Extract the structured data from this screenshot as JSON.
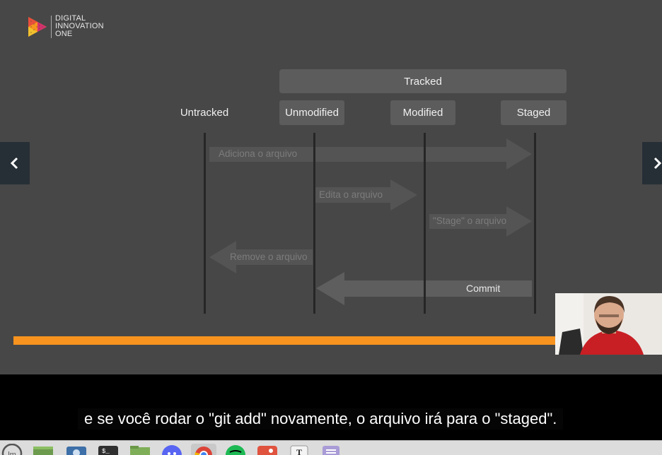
{
  "logo": {
    "lines": [
      "DIGITAL",
      "INNOVATION",
      "ONE"
    ]
  },
  "diagram": {
    "tracked_label": "Tracked",
    "states": [
      "Untracked",
      "Unmodified",
      "Modified",
      "Staged"
    ],
    "arrows": {
      "add": "Adiciona o arquivo",
      "edit": "Edita o arquivo",
      "stage": "\"Stage\" o arquivo",
      "remove": "Remove o arquivo",
      "commit": "Commit"
    }
  },
  "video": {
    "progress": 0.84
  },
  "nav": {
    "prev_icon": "chevron-left-icon",
    "next_icon": "chevron-right-icon"
  },
  "subtitle": "e se você rodar o \"git add\" novamente, o arquivo irá para o \"staged\".",
  "taskbar": {
    "icons": [
      "linux-mint-menu-icon",
      "show-desktop-icon",
      "screenshot-icon",
      "terminal-icon",
      "files-icon",
      "discord-icon",
      "chrome-icon",
      "spotify-icon",
      "image-viewer-icon",
      "text-editor-icon",
      "notes-icon"
    ]
  },
  "colors": {
    "slide_bg": "#474747",
    "accent_orange": "#f7931e",
    "box_bg": "#5c5c5c",
    "line": "#262626"
  }
}
